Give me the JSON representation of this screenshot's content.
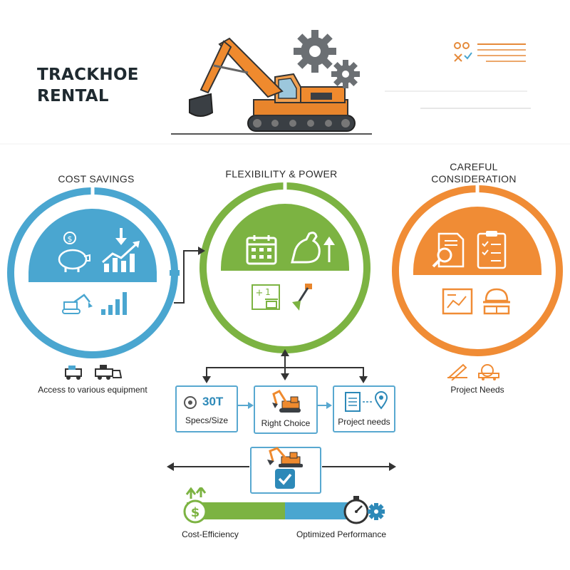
{
  "header": {
    "title_line1": "TRACKHOE",
    "title_line2": "RENTAL"
  },
  "sections": {
    "left": {
      "title": "COST SAVINGS",
      "caption": "Access to various equipment",
      "color": "#4aa6d0"
    },
    "center": {
      "title": "FLEXIBILITY & POWER",
      "color": "#7cb342"
    },
    "right": {
      "title_line1": "CAREFUL",
      "title_line2": "CONSIDERATION",
      "caption": "Project Needs",
      "color": "#f08c35"
    }
  },
  "flow": {
    "specs": {
      "value": "30T",
      "label": "Specs/Size"
    },
    "choice": {
      "label": "Right Choice"
    },
    "needs": {
      "label": "Project needs"
    }
  },
  "outcome": {
    "left_label": "Cost-Efficiency",
    "right_label": "Optimized Performance"
  },
  "icons": [
    "excavator-icon",
    "gear-icon",
    "checklist-icon",
    "piggy-bank-icon",
    "dollar-coin-icon",
    "down-arrow-icon",
    "trend-up-chart-icon",
    "bar-chart-icon",
    "calendar-icon",
    "flexed-arm-icon",
    "up-arrow-icon",
    "calculator-icon",
    "shovel-icon",
    "magnifier-document-icon",
    "clipboard-icon",
    "blueprint-icon",
    "hard-hat-icon",
    "ruler-icon",
    "tractor-icon",
    "bulldozer-icon",
    "document-icon",
    "location-pin-icon",
    "check-icon",
    "stopwatch-icon"
  ]
}
